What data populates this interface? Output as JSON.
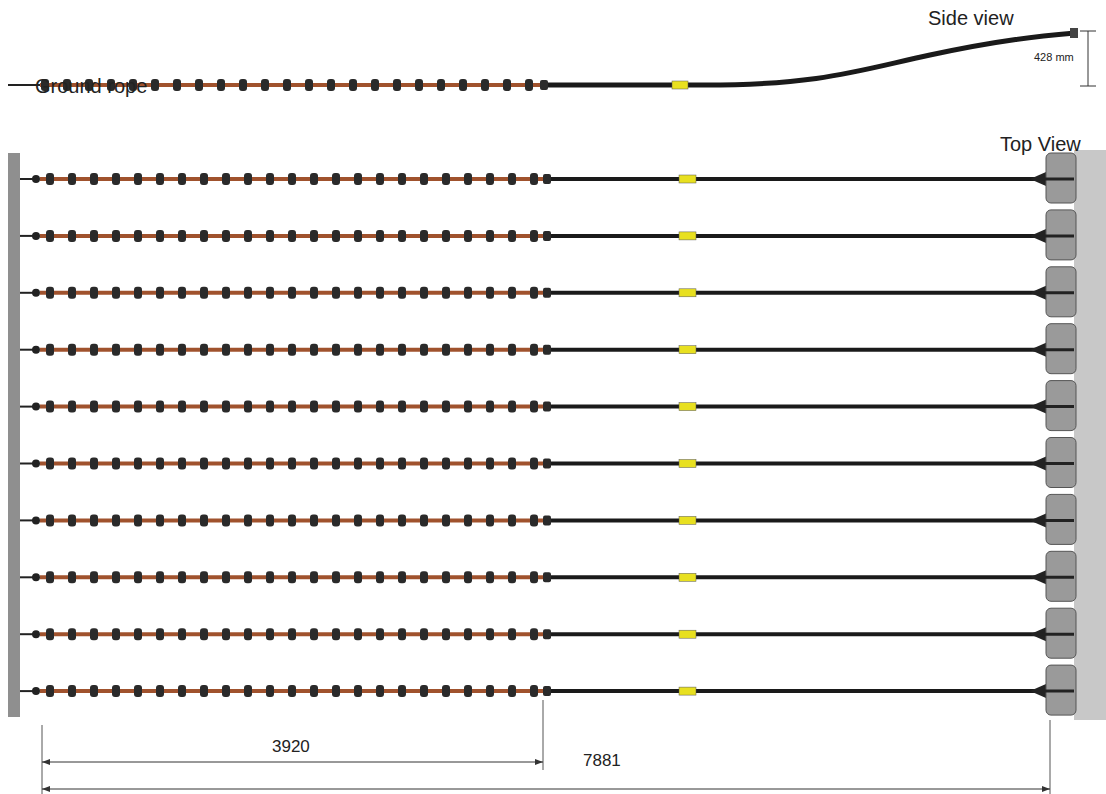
{
  "diagram": {
    "labels": [
      "Side view",
      "428 mm",
      "Ground rope",
      "Top View",
      "3920",
      "7881"
    ]
  }
}
